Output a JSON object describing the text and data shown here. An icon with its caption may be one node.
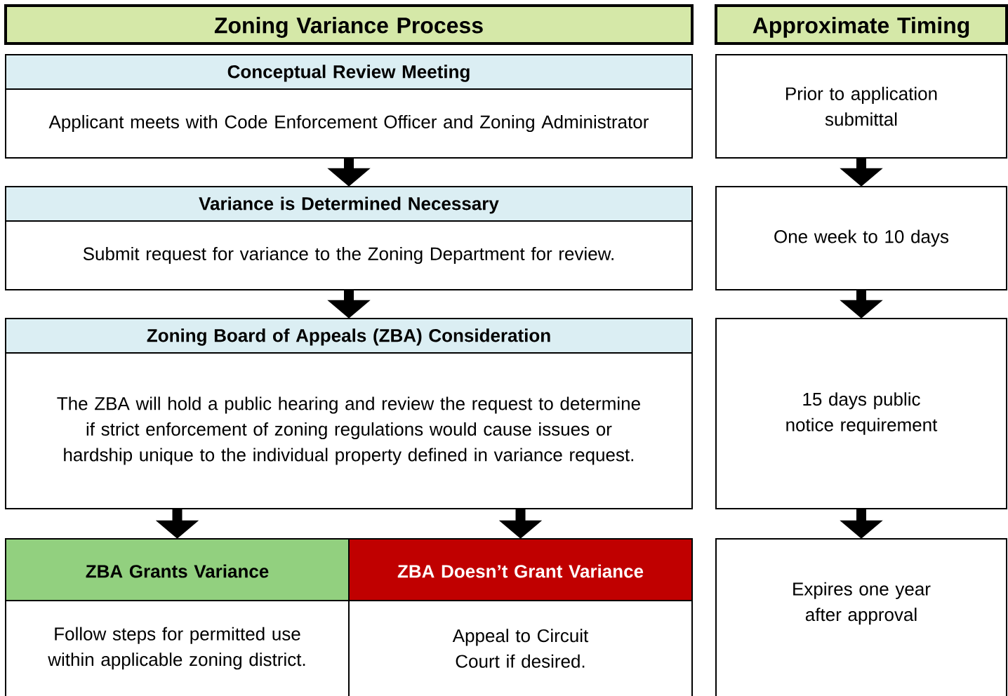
{
  "diagram": {
    "nodes": [
      {
        "text": [
          "Zoning Variance Process"
        ]
      },
      {
        "text": [
          "Approximate Timing"
        ]
      },
      {
        "text": [
          "Conceptual Review Meeting",
          "Applicant meets with Code Enforcement Officer and Zoning Administrator"
        ]
      },
      {
        "text": [
          "Prior to application submittal"
        ]
      },
      {
        "text": [
          "Variance is Determined Necessary",
          "Submit request for variance to the Zoning Department for review."
        ]
      },
      {
        "text": [
          "One week to 10 days"
        ]
      },
      {
        "text": [
          "Zoning Board of Appeals (ZBA) Consideration",
          "The ZBA will hold a public hearing and review the request to determine if strict enforcement of zoning regulations would cause issues or hardship unique to the individual property defined in variance request."
        ]
      },
      {
        "text": [
          "15 days public notice requirement"
        ]
      },
      {
        "text": [
          "ZBA Grants Variance",
          "Follow steps for permitted use within applicable zoning district."
        ]
      },
      {
        "text": [
          "ZBA Doesn’t Grant Variance",
          "Appeal to Circuit Court if desired."
        ]
      },
      {
        "text": [
          "Expires one year after approval"
        ]
      }
    ],
    "edges": [
      {
        "from": 2,
        "to": 4,
        "arrow": "to"
      },
      {
        "from": 4,
        "to": 6,
        "arrow": "to"
      },
      {
        "from": 6,
        "to": 8,
        "arrow": "to"
      },
      {
        "from": 6,
        "to": 9,
        "arrow": "to"
      },
      {
        "from": 3,
        "to": 5,
        "arrow": "to"
      },
      {
        "from": 5,
        "to": 7,
        "arrow": "to"
      },
      {
        "from": 7,
        "to": 10,
        "arrow": "to"
      }
    ]
  }
}
